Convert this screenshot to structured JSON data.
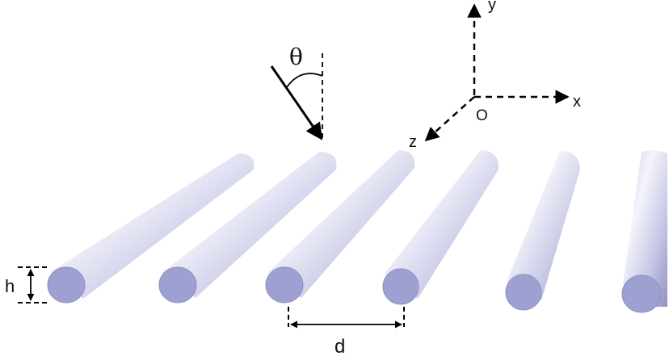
{
  "labels": {
    "theta": "θ",
    "axis_y": "y",
    "axis_x": "x",
    "axis_z": "z",
    "origin": "O",
    "height": "h",
    "period": "d"
  },
  "colors": {
    "rod_light": "#f4f4fb",
    "rod_mid": "#c4c5e4",
    "rod_dark": "#9193c6",
    "rod_end": "#9fa0d2",
    "line": "#000000"
  },
  "rod_count": 6
}
